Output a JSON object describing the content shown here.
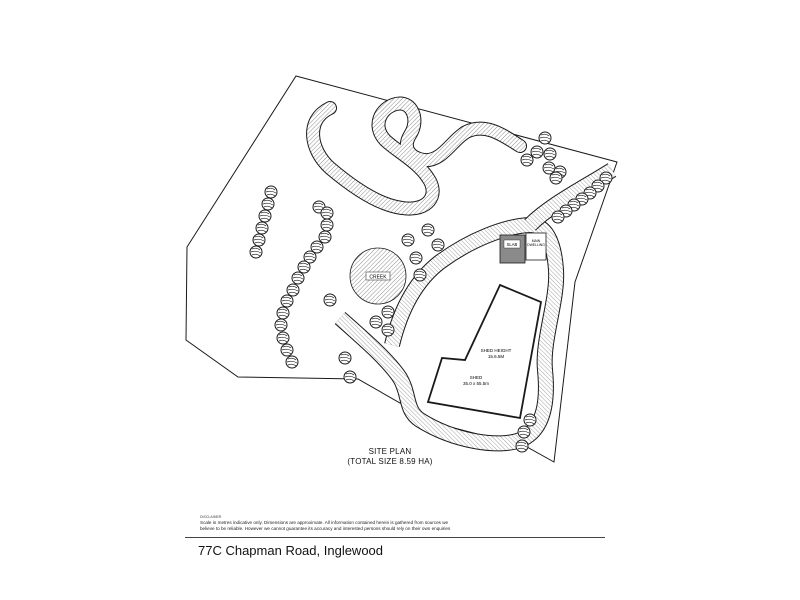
{
  "plan": {
    "title_line1": "SITE PLAN",
    "title_line2": "(TOTAL SIZE 8.59 HA)",
    "labels": {
      "creek": "CREEK",
      "slab": "SLAB",
      "main_dwelling_line1": "MAIN",
      "main_dwelling_line2": "DWELLING",
      "shed_height": "SHED HEIGHT",
      "shed_height_value": "15.6.5M",
      "shed": "SHED",
      "shed_size": "35.0 x 55.5m"
    }
  },
  "footer": {
    "legend_heading": "DISCLAIMER",
    "disclaimer_line1": "Scale in metres indicative only. Dimensions are approximate. All information contained herein is gathered from sources we",
    "disclaimer_line2": "believe to be reliable. However we cannot guarantee its accuracy and interested persons should rely on their own enquiries",
    "address": "77C Chapman Road, Inglewood"
  },
  "colors": {
    "line": "#1a1a1a",
    "hatch": "#9a9a9a",
    "slab": "#8a8a8a"
  }
}
